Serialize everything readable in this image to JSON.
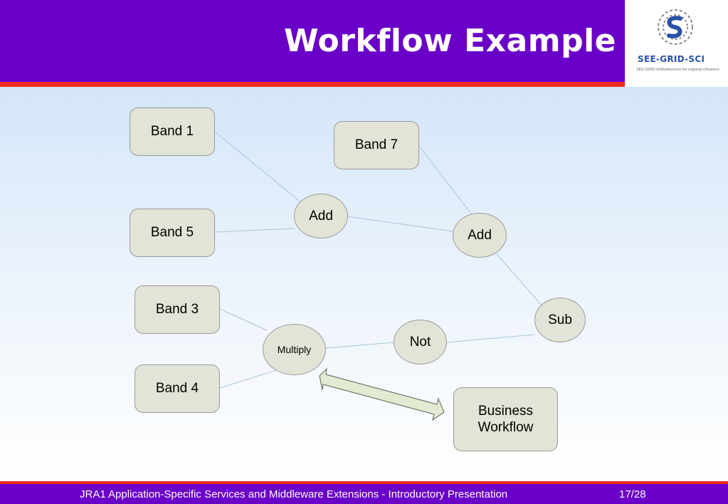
{
  "slide": {
    "title": "Workflow Example",
    "logo_text": "SEE-GRID-SCI",
    "logo_subtext": "SEE-GRID eInfrastructure for regional eScience",
    "footer_text": "JRA1 Application-Specific Services and Middleware Extensions - Introductory Presentation",
    "page_number": "17/28"
  },
  "diagram": {
    "nodes": {
      "band1": "Band 1",
      "band5": "Band 5",
      "band3": "Band 3",
      "band4": "Band 4",
      "band7": "Band 7",
      "add1": "Add",
      "add2": "Add",
      "multiply": "Multiply",
      "not": "Not",
      "sub": "Sub",
      "business": "Business Workflow"
    },
    "edges": [
      [
        "band1",
        "add1"
      ],
      [
        "band5",
        "add1"
      ],
      [
        "add1",
        "add2"
      ],
      [
        "band7",
        "add2"
      ],
      [
        "add2",
        "sub"
      ],
      [
        "band3",
        "multiply"
      ],
      [
        "band4",
        "multiply"
      ],
      [
        "multiply",
        "not"
      ],
      [
        "not",
        "sub"
      ]
    ],
    "bidirectional_arrow": [
      "multiply",
      "business"
    ]
  },
  "colors": {
    "header": "#6a00c8",
    "accent_line": "#ee2a1f",
    "node_fill": "#e3e4d8",
    "edge": "#a9c4da",
    "arrow_fill": "#e3ead2"
  }
}
